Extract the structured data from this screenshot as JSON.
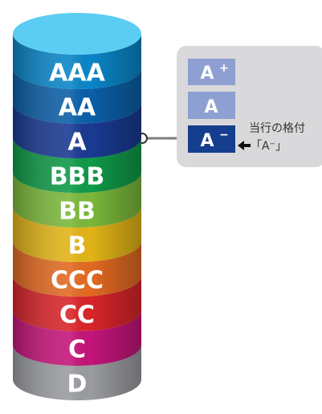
{
  "tiers": [
    {
      "label": "AAA",
      "color": "#0a86c8"
    },
    {
      "label": "AA",
      "color": "#0b5fa8"
    },
    {
      "label": "A",
      "color": "#1a3a92"
    },
    {
      "label": "BBB",
      "color": "#0f9a48"
    },
    {
      "label": "BB",
      "color": "#7ab83a"
    },
    {
      "label": "B",
      "color": "#e2b417"
    },
    {
      "label": "CCC",
      "color": "#e26a22"
    },
    {
      "label": "CC",
      "color": "#d8252a"
    },
    {
      "label": "C",
      "color": "#c4157a"
    },
    {
      "label": "D",
      "color": "#9a9ca0"
    }
  ],
  "top_cap_color": "#5ccdf2",
  "callout": {
    "notches": [
      {
        "label": "A",
        "sup": "+",
        "color": "#8ea0d2"
      },
      {
        "label": "A",
        "sup": "",
        "color": "#8ea0d2"
      },
      {
        "label": "A",
        "sup": "−",
        "color": "#163e8e"
      }
    ],
    "note_line1": "当行の格付",
    "note_line2": "「A⁻」",
    "panel_color": "#d9d9db"
  }
}
